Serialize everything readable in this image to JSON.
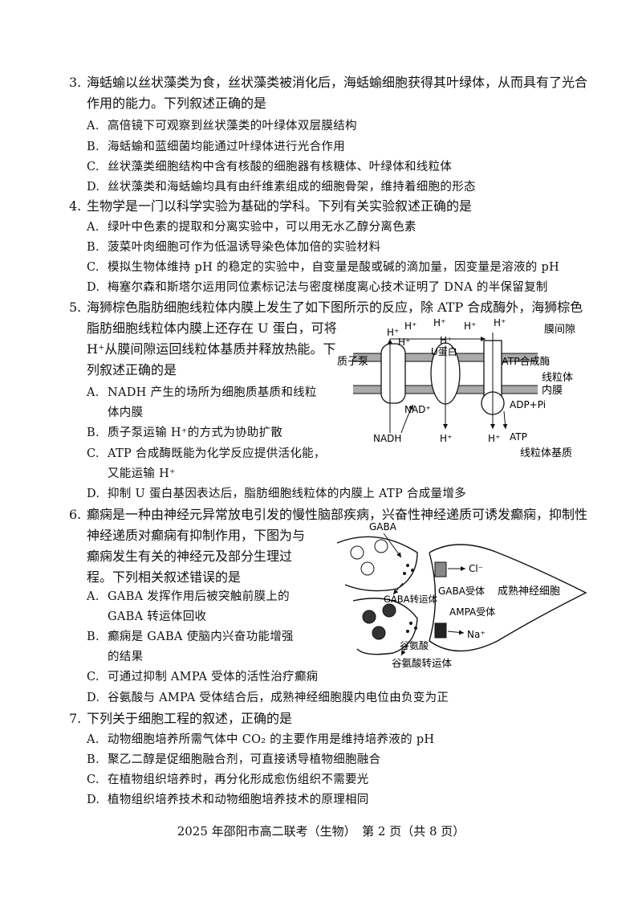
{
  "q3": {
    "num": "3.",
    "stem1": "海蛞蝓以丝状藻类为食，丝状藻类被消化后，海蛞蝓细胞获得其叶绿体，从而具有了光合",
    "stem2": "作用的能力。下列叙述正确的是",
    "options": [
      {
        "label": "A.",
        "text": "高倍镜下可观察到丝状藻类的叶绿体双层膜结构"
      },
      {
        "label": "B.",
        "text": "海蛞蝓和蓝细菌均能通过叶绿体进行光合作用"
      },
      {
        "label": "C.",
        "text": "丝状藻类细胞结构中含有核酸的细胞器有核糖体、叶绿体和线粒体"
      },
      {
        "label": "D.",
        "text": "丝状藻类和海蛞蝓均具有由纤维素组成的细胞骨架，维持着细胞的形态"
      }
    ]
  },
  "q4": {
    "num": "4.",
    "stem1": "生物学是一门以科学实验为基础的学科。下列有关实验叙述正确的是",
    "options": [
      {
        "label": "A.",
        "text": "绿叶中色素的提取和分离实验中，可以用无水乙醇分离色素"
      },
      {
        "label": "B.",
        "text": "菠菜叶肉细胞可作为低温诱导染色体加倍的实验材料"
      },
      {
        "label": "C.",
        "text": "模拟生物体维持 pH 的稳定的实验中，自变量是酸或碱的滴加量，因变量是溶液的 pH"
      },
      {
        "label": "D.",
        "text": "梅塞尔森和斯塔尔运用同位素标记法与密度梯度离心技术证明了 DNA 的半保留复制"
      }
    ]
  },
  "q5": {
    "num": "5.",
    "stem1": "海狮棕色脂肪细胞线粒体内膜上发生了如下图所示的反应，除 ATP 合成酶外，海狮棕色",
    "stem2": "脂肪细胞线粒体内膜上还存在 U 蛋白，可将",
    "stem3": "H⁺从膜间隙运回线粒体基质并释放热能。下",
    "stem4": "列叙述正确的是",
    "optA1": "NADH 产生的场所为细胞质基质和线粒",
    "optA2": "体内膜",
    "optB": "质子泵运输 H⁺的方式为协助扩散",
    "optC1": "ATP 合成酶既能为化学反应提供活化能，",
    "optC2": "又能运输 H⁺",
    "optD": "抑制 U 蛋白基因表达后，脂肪细胞线粒体的内膜上 ATP 合成量增多",
    "labels": {
      "A": "A.",
      "B": "B.",
      "C": "C.",
      "D": "D."
    },
    "diagram": {
      "intermembrane": "膜间隙",
      "proton_pump": "质子泵",
      "u_protein": "U蛋白",
      "atp_synthase": "ATP合成酶",
      "inner_membrane_1": "线粒体",
      "inner_membrane_2": "内膜",
      "matrix": "线粒体基质",
      "h": "H⁺",
      "nadh": "NADH",
      "nad": "NAD⁺",
      "adp": "ADP+Pi",
      "atp": "ATP"
    }
  },
  "q6": {
    "num": "6.",
    "stem1": "癫痫是一种由神经元异常放电引发的慢性脑部疾病，兴奋性神经递质可诱发癫痫，抑制性",
    "stem2": "神经递质对癫痫有抑制作用，下图为与",
    "stem3": "癫痫发生有关的神经元及部分生理过",
    "stem4": "程。下列相关叙述错误的是",
    "optA1": "GABA 发挥作用后被突触前膜上的",
    "optA2": "GABA 转运体回收",
    "optB1": "癫痫是 GABA 使脑内兴奋功能增强",
    "optB2": "的结果",
    "optC": "可通过抑制 AMPA 受体的活性治疗癫痫",
    "optD": "谷氨酸与 AMPA 受体结合后，成熟神经细胞膜内电位由负变为正",
    "labels": {
      "A": "A.",
      "B": "B.",
      "C": "C.",
      "D": "D."
    },
    "diagram": {
      "gaba": "GABA",
      "cl": "Cl⁻",
      "gaba_receptor": "GABA受体",
      "mature_neuron": "成熟神经细胞",
      "gaba_transporter": "GABA转运体",
      "ampa_receptor": "AMPA受体",
      "na": "Na⁺",
      "glutamate": "谷氨酸",
      "glutamate_transporter": "谷氨酸转运体"
    }
  },
  "q7": {
    "num": "7.",
    "stem1": "下列关于细胞工程的叙述，正确的是",
    "options": [
      {
        "label": "A.",
        "text": "动物细胞培养所需气体中 CO₂ 的主要作用是维持培养液的 pH"
      },
      {
        "label": "B.",
        "text": "聚乙二醇是促细胞融合剂，可直接诱导植物细胞融合"
      },
      {
        "label": "C.",
        "text": "在植物组织培养时，再分化形成愈伤组织不需要光"
      },
      {
        "label": "D.",
        "text": "植物组织培养技术和动物细胞培养技术的原理相同"
      }
    ]
  },
  "footer": "2025 年邵阳市高二联考（生物）　第 2 页（共 8 页）"
}
